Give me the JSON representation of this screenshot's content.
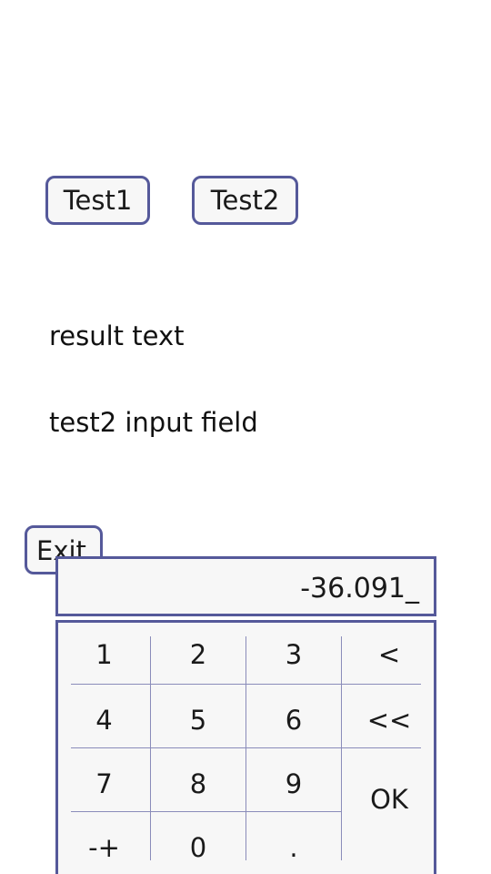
{
  "buttons": {
    "test1": "Test1",
    "test2": "Test2",
    "exit": "Exit"
  },
  "labels": {
    "result": "result text",
    "test2_field": "test2 input field"
  },
  "keypad": {
    "display_value": "-36.091_",
    "keys": {
      "k1": "1",
      "k2": "2",
      "k3": "3",
      "back": "<",
      "k4": "4",
      "k5": "5",
      "k6": "6",
      "clear": "<<",
      "k7": "7",
      "k8": "8",
      "k9": "9",
      "ok": "OK",
      "sign": "-+",
      "k0": "0",
      "dot": "."
    }
  },
  "colors": {
    "border": "#55599a",
    "divider": "#8a8cba",
    "button_bg": "#f7f7f7"
  }
}
